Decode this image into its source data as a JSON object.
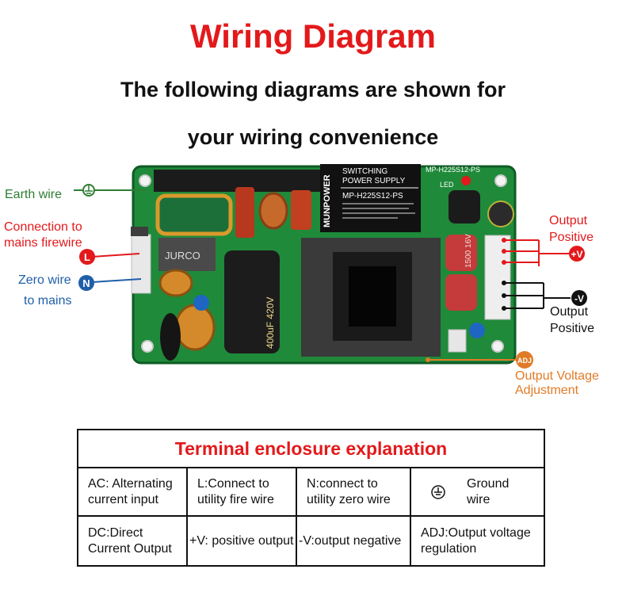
{
  "header": {
    "title": "Wiring Diagram",
    "subtitle_line1": "The following diagrams are shown for",
    "subtitle_line2": "your wiring convenience"
  },
  "board": {
    "label_title": "SWITCHING",
    "label_title2": "POWER SUPPLY",
    "brand": "MUNPOWER",
    "model": "MP-H225S12-PS",
    "model_pcb": "MP-H225S12-PS",
    "choke_brand": "JURCO",
    "cap_main": "400uF 420V",
    "cap_small": "1500 16V",
    "led": "LED"
  },
  "callouts": {
    "earth": "Earth wire",
    "fire_line1": "Connection to",
    "fire_line2": "mains firewire",
    "fire_badge": "L",
    "zero_line1": "Zero wire",
    "zero_line2": "to mains",
    "zero_badge": "N",
    "outpos_line1": "Output",
    "outpos_line2": "Positive",
    "plus_badge": "+V",
    "outneg_line1": "Output",
    "outneg_line2": "Positive",
    "minus_badge": "-V",
    "adj_badge": "ADJ",
    "adj_line1": "Output Voltage",
    "adj_line2": "Adjustment"
  },
  "colors": {
    "title_red": "#e3191b",
    "earth_green": "#2e7d32",
    "fire_red": "#e3191b",
    "zero_blue": "#1f5fa8",
    "adj_orange": "#e07b27",
    "pcb_green": "#1f8a3a"
  },
  "table": {
    "header": "Terminal enclosure explanation",
    "rows": [
      [
        "AC: Alternating current input",
        "L:Connect to utility fire wire",
        "N:connect to utility zero wire",
        "Ground wire"
      ],
      [
        "DC:Direct Current Output",
        "+V: positive output",
        "-V:output negative",
        "ADJ:Output voltage regulation"
      ]
    ]
  }
}
